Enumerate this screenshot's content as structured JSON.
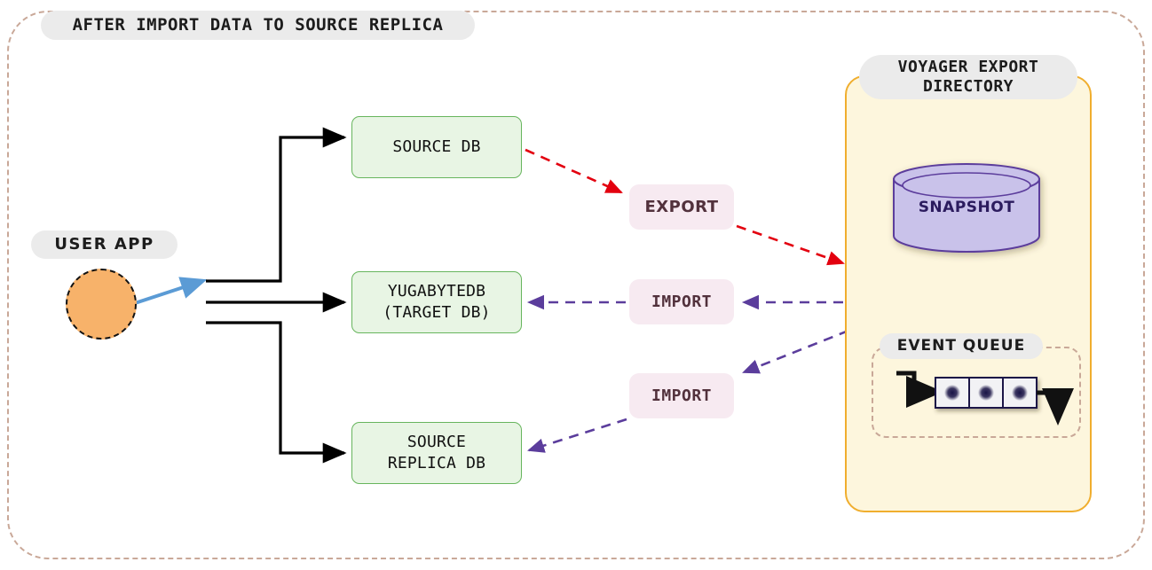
{
  "diagram": {
    "title": "AFTER IMPORT DATA TO SOURCE REPLICA",
    "user_app": {
      "label": "USER APP",
      "shape": "circle",
      "fill": "#f7b26a",
      "border": "#111111"
    },
    "databases": [
      {
        "id": "source-db",
        "label": "SOURCE DB"
      },
      {
        "id": "yugabytedb-target",
        "label": "YUGABYTEDB\n(TARGET DB)"
      },
      {
        "id": "source-replica-db",
        "label": "SOURCE\nREPLICA DB"
      }
    ],
    "flow_labels": [
      {
        "id": "export",
        "label": "EXPORT",
        "color": "#e3000f"
      },
      {
        "id": "import-target",
        "label": "IMPORT",
        "color": "#5b3d9c"
      },
      {
        "id": "import-replica",
        "label": "IMPORT",
        "color": "#5b3d9c"
      }
    ],
    "voyager": {
      "title": "VOYAGER EXPORT\nDIRECTORY",
      "fill": "#fdf6dd",
      "border": "#f0ae2e",
      "snapshot": {
        "label": "SNAPSHOT",
        "fill": "#c9c2ea",
        "border": "#5b3d9c"
      },
      "event_queue": {
        "label": "EVENT QUEUE",
        "items": 3
      }
    },
    "colors": {
      "outer_border": "#c9a898",
      "db_fill": "#e8f5e4",
      "db_border": "#67b55d",
      "pill_fill": "#ebebeb",
      "label_fill": "#f7eaf1",
      "label_text": "#52313c",
      "export_arrow": "#e3000f",
      "import_arrow": "#5b3d9c",
      "user_arrow": "#5b9bd5",
      "connector": "#000000"
    }
  }
}
